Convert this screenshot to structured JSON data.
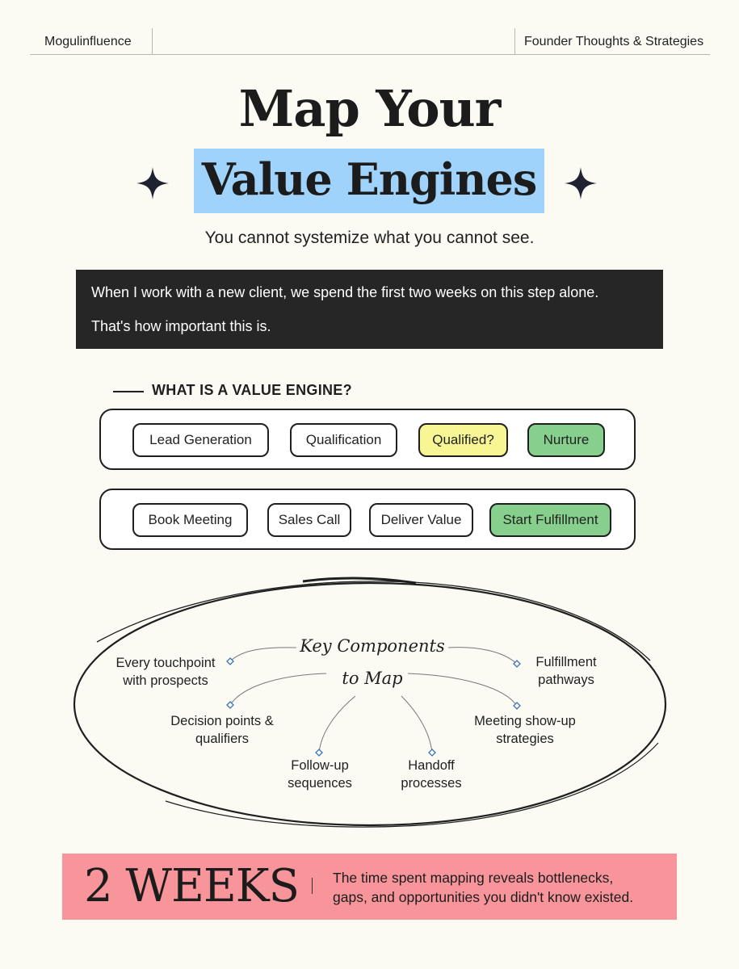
{
  "header": {
    "brand": "Mogulinfluence",
    "section": "Founder Thoughts & Strategies"
  },
  "title": {
    "line1": "Map Your",
    "line2": "Value Engines",
    "highlight_color": "#9fd3fb"
  },
  "subtitle": "You cannot systemize what you cannot see.",
  "quote": {
    "line1": "When I work with a new client, we spend the first two weeks on this step alone.",
    "line2": "That's how important this is."
  },
  "section_heading": "WHAT IS A VALUE ENGINE?",
  "engine_rows": [
    [
      "Lead Generation",
      "Qualification",
      "Qualified?",
      "Nurture"
    ],
    [
      "Book Meeting",
      "Sales Call",
      "Deliver Value",
      "Start Fulfillment"
    ]
  ],
  "key_components": {
    "title_line1": "Key Components",
    "title_line2": "to Map",
    "items": [
      {
        "line1": "Every touchpoint",
        "line2": "with prospects"
      },
      {
        "line1": "Decision points &",
        "line2": "qualifiers"
      },
      {
        "line1": "Follow-up",
        "line2": "sequences"
      },
      {
        "line1": "Handoff",
        "line2": "processes"
      },
      {
        "line1": "Meeting show-up",
        "line2": "strategies"
      },
      {
        "line1": "Fulfillment",
        "line2": "pathways"
      }
    ]
  },
  "banner": {
    "big": "2 WEEKS",
    "text_line1": "The time spent mapping reveals bottlenecks,",
    "text_line2": "gaps, and opportunities you didn't know existed.",
    "color": "#f8959b"
  },
  "colors": {
    "yellow_pill": "#f8f594",
    "green_pill": "#86cf8c",
    "dark_block": "#262626"
  },
  "icons": [
    "sparkle-icon",
    "diamond-marker-icon"
  ]
}
